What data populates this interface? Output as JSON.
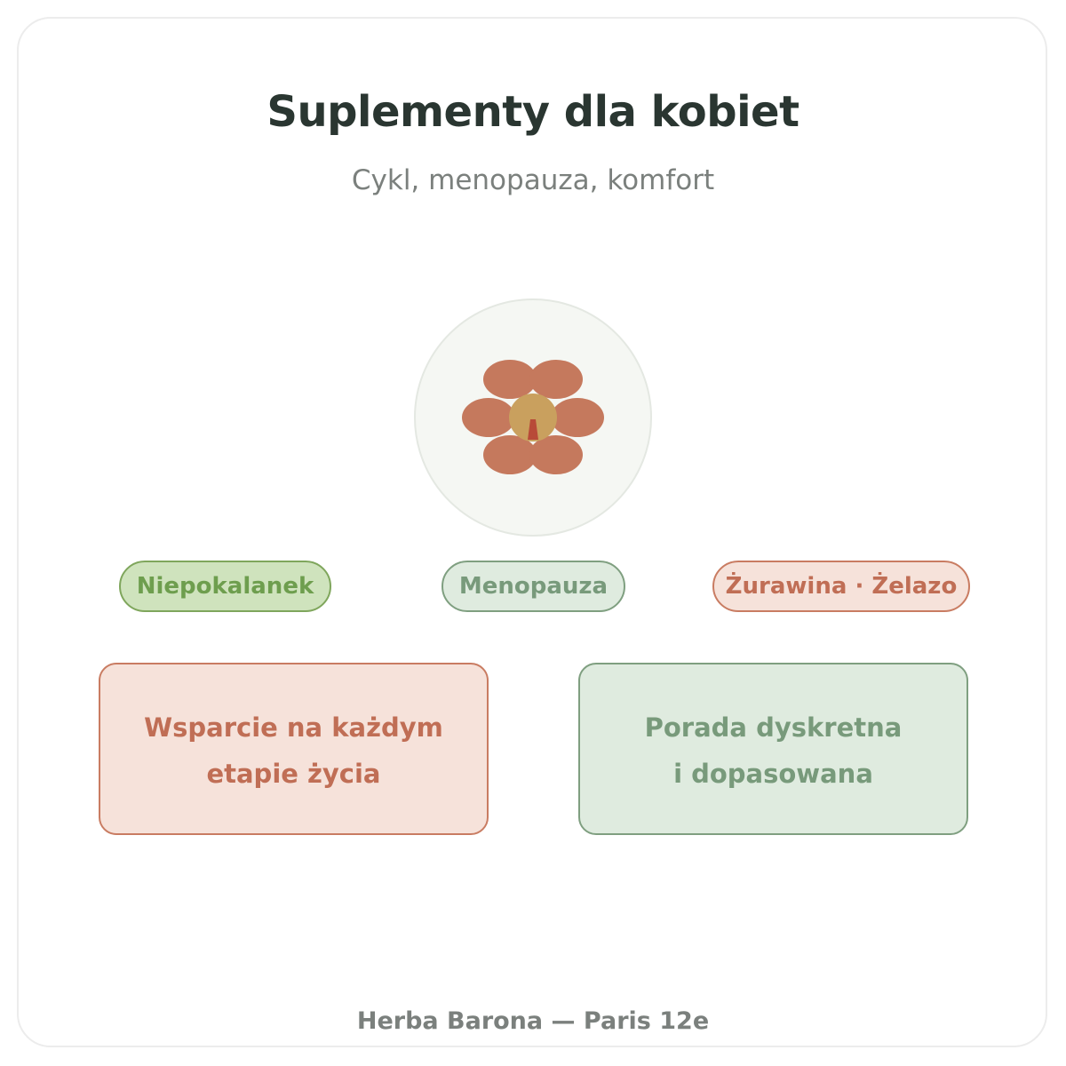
{
  "header": {
    "title": "Suplementy dla kobiet",
    "subtitle": "Cykl, menopauza, komfort"
  },
  "emblem": {
    "icon": "flower-icon",
    "colors": {
      "circle_fill": "#f5f7f3",
      "circle_stroke": "#e4e8e2",
      "petal": "#c5795d",
      "center": "#c9a05e",
      "pistil": "#b84a38"
    }
  },
  "tags": [
    {
      "label": "Niepokalanek"
    },
    {
      "label": "Menopauza"
    },
    {
      "label": "Żurawina · Żelazo"
    }
  ],
  "cards": [
    {
      "lines": [
        "Wsparcie na każdym",
        "etapie życia"
      ]
    },
    {
      "lines": [
        "Porada dyskretna",
        "i dopasowana"
      ]
    }
  ],
  "footer": {
    "text": "Herba Barona — Paris 12e"
  }
}
